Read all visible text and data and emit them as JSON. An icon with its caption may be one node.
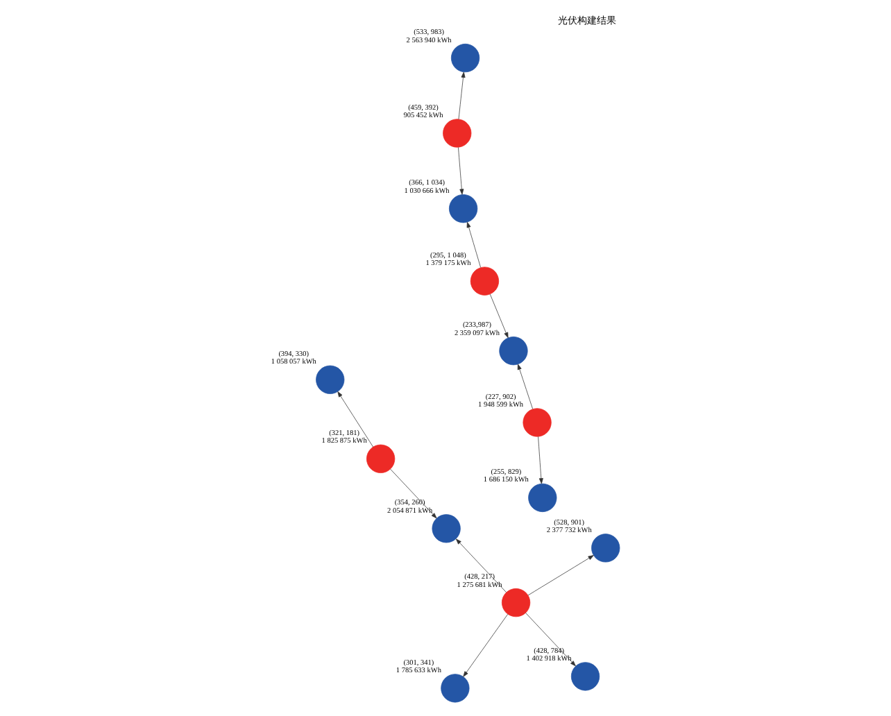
{
  "diagram": {
    "title": "光伏构建结果",
    "nodes": [
      {
        "text": [],
        "shape": "circle",
        "beside": [
          "(321, 181)",
          "1 825 875 kWh"
        ]
      },
      {
        "text": [],
        "shape": "circle",
        "beside": [
          "(428, 784)",
          "1 402 918 kWh"
        ]
      },
      {
        "text": [],
        "shape": "circle",
        "beside": [
          "(255, 829)",
          "1 686 150 kWh"
        ]
      },
      {
        "text": [],
        "shape": "circle",
        "beside": [
          "(428, 217)",
          "1 275 681 kWh"
        ]
      },
      {
        "text": [],
        "shape": "circle",
        "beside": [
          "(354, 260)",
          "2 054 871 kWh"
        ]
      },
      {
        "text": [],
        "shape": "circle",
        "beside": [
          "(528, 901)",
          "2 377 732 kWh"
        ]
      },
      {
        "text": [],
        "shape": "circle",
        "beside": [
          "(227, 902)",
          "1 948 599 kWh"
        ]
      },
      {
        "text": [],
        "shape": "circle",
        "beside": [
          "(394, 330)",
          "1 058 057 kWh"
        ]
      },
      {
        "text": [],
        "shape": "circle",
        "beside": [
          "(301, 341)",
          "1 785 633 kWh"
        ]
      },
      {
        "text": [],
        "shape": "circle",
        "beside": [
          "(233,987)",
          "2 359 097 kWh"
        ]
      },
      {
        "text": [],
        "shape": "circle",
        "beside": [
          "(459, 392)",
          "905 452 kWh"
        ]
      },
      {
        "text": [],
        "shape": "circle",
        "beside": [
          "(533, 983)",
          "2 563 940 kWh"
        ]
      },
      {
        "text": [],
        "shape": "circle",
        "beside": [
          "(295, 1 048)",
          "1 379 175 kWh"
        ]
      },
      {
        "text": [],
        "shape": "circle",
        "beside": [
          "(366, 1 034)",
          "1 030 666 kWh"
        ]
      }
    ],
    "edges": [
      {
        "from": 0,
        "to": 4,
        "arrow": "to"
      },
      {
        "from": 0,
        "to": 7,
        "arrow": "to"
      },
      {
        "from": 3,
        "to": 1,
        "arrow": "to"
      },
      {
        "from": 3,
        "to": 4,
        "arrow": "to"
      },
      {
        "from": 3,
        "to": 8,
        "arrow": "to"
      },
      {
        "from": 3,
        "to": 5,
        "arrow": "to"
      },
      {
        "from": 6,
        "to": 2,
        "arrow": "to"
      },
      {
        "from": 6,
        "to": 9,
        "arrow": "to"
      },
      {
        "from": 12,
        "to": 9,
        "arrow": "to"
      },
      {
        "from": 12,
        "to": 13,
        "arrow": "to"
      },
      {
        "from": 10,
        "to": 13,
        "arrow": "to"
      },
      {
        "from": 10,
        "to": 11,
        "arrow": "to"
      }
    ]
  }
}
